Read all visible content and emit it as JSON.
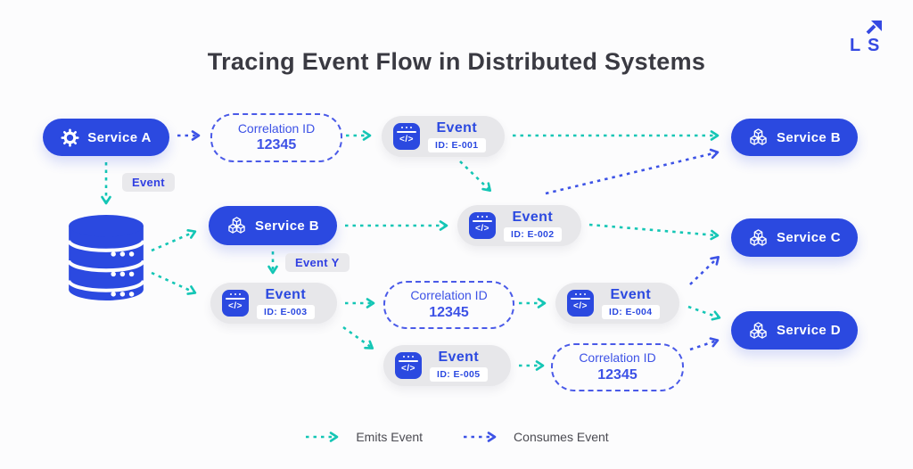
{
  "title": "Tracing Event Flow in Distributed Systems",
  "logo": {
    "l": "L",
    "s": "S"
  },
  "colors": {
    "primary_blue": "#2B49E0",
    "emits_teal": "#14C6B5",
    "consumes_blue": "#3D53E6",
    "node_gray": "#E7E7EA",
    "label_gray": "#E9E9EC",
    "title_text": "#3A3A42",
    "legend_text": "#4B4B52",
    "white": "#FFFFFF"
  },
  "icons": {
    "event_glyph": "</>"
  },
  "nodes": {
    "service_a": {
      "label": "Service A",
      "icon": "gear-icon"
    },
    "service_b_right": {
      "label": "Service B",
      "icon": "cubes-icon"
    },
    "service_b_mid": {
      "label": "Service B",
      "icon": "cubes-icon"
    },
    "service_c": {
      "label": "Service C",
      "icon": "cubes-icon"
    },
    "service_d": {
      "label": "Service D",
      "icon": "cubes-icon"
    },
    "correlation_1": {
      "title": "Correlation ID",
      "value": "12345"
    },
    "correlation_2": {
      "title": "Correlation ID",
      "value": "12345"
    },
    "correlation_3": {
      "title": "Correlation ID",
      "value": "12345"
    },
    "event_1": {
      "label": "Event",
      "id": "ID: E-001"
    },
    "event_2": {
      "label": "Event",
      "id": "ID: E-002"
    },
    "event_3": {
      "label": "Event",
      "id": "ID: E-003"
    },
    "event_4": {
      "label": "Event",
      "id": "ID: E-004"
    },
    "event_5": {
      "label": "Event",
      "id": "ID: E-005"
    },
    "database": {
      "icon": "database-icon"
    }
  },
  "labels": {
    "event": "Event",
    "event_y": "Event Y"
  },
  "legend": {
    "emits": "Emits Event",
    "consumes": "Consumes Event"
  },
  "edges": [
    {
      "from": "Service A",
      "to": "Correlation ID 12345 (1)",
      "type": "consumes"
    },
    {
      "from": "Correlation ID 12345 (1)",
      "to": "Event E-001",
      "type": "emits"
    },
    {
      "from": "Event E-001",
      "to": "Service B (right)",
      "type": "emits"
    },
    {
      "from": "Event E-001",
      "to": "Event E-002",
      "type": "emits"
    },
    {
      "from": "Event E-002",
      "to": "Service B (right)",
      "type": "consumes"
    },
    {
      "from": "Service A",
      "to": "Database",
      "type": "emits",
      "label": "Event"
    },
    {
      "from": "Database",
      "to": "Service B (middle)",
      "type": "emits"
    },
    {
      "from": "Database",
      "to": "Event E-003",
      "type": "emits"
    },
    {
      "from": "Service B (middle)",
      "to": "Event E-002",
      "type": "emits"
    },
    {
      "from": "Service B (middle)",
      "to": "Event E-003",
      "type": "emits",
      "label": "Event Y"
    },
    {
      "from": "Event E-002",
      "to": "Service C",
      "type": "emits"
    },
    {
      "from": "Event E-003",
      "to": "Correlation ID 12345 (2)",
      "type": "emits"
    },
    {
      "from": "Correlation ID 12345 (2)",
      "to": "Event E-004",
      "type": "emits"
    },
    {
      "from": "Event E-004",
      "to": "Service C",
      "type": "consumes"
    },
    {
      "from": "Event E-004",
      "to": "Service D",
      "type": "emits"
    },
    {
      "from": "Event E-003",
      "to": "Event E-005",
      "type": "emits"
    },
    {
      "from": "Event E-005",
      "to": "Correlation ID 12345 (3)",
      "type": "emits"
    },
    {
      "from": "Correlation ID 12345 (3)",
      "to": "Service D",
      "type": "consumes"
    }
  ]
}
